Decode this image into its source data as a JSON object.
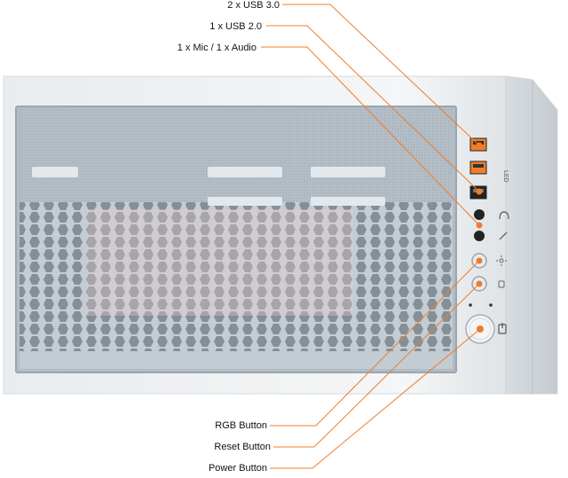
{
  "callouts_top": [
    {
      "label": "2 x USB 3.0"
    },
    {
      "label": "1 x USB 2.0"
    },
    {
      "label": "1 x Mic / 1 x Audio"
    }
  ],
  "callouts_bottom": [
    {
      "label": "RGB Button"
    },
    {
      "label": "Reset Button"
    },
    {
      "label": "Power Button"
    }
  ],
  "panel_text": {
    "led": "LED"
  },
  "colors": {
    "accent": "#f07c2a",
    "case_body": "#eef0f2",
    "mesh_frame": "#b9c3cb",
    "mesh": "#aeb8c0"
  },
  "icons": [
    "headphone-icon",
    "microphone-icon",
    "led-sun-icon",
    "reset-icon",
    "power-icon"
  ]
}
